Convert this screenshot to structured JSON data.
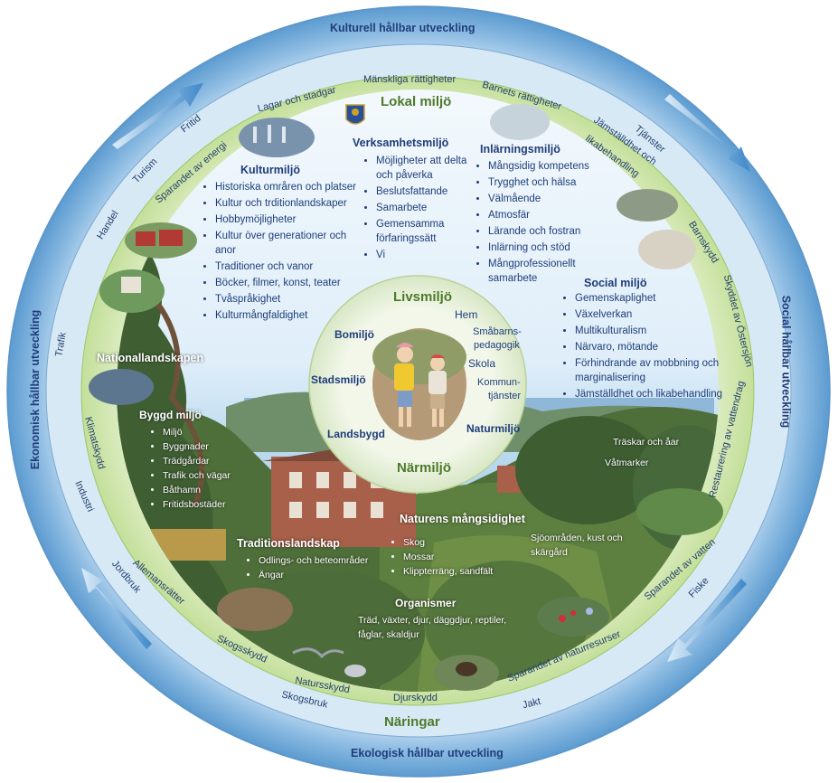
{
  "outer_ring": {
    "top": "Kulturell hållbar utveckling",
    "right": "Social hållbar utveckling",
    "bottom": "Ekologisk hållbar utveckling",
    "left": "Ekonomisk hållbar utveckling"
  },
  "blue_ring_words": {
    "fritid": "Fritid",
    "turism": "Turism",
    "handel": "Handel",
    "trafik": "Trafik",
    "klimatskydd": "Klimatskydd",
    "industri": "Industri",
    "jordbruk": "Jordbruk",
    "skogsbruk": "Skogsbruk",
    "jakt": "Jakt",
    "fiske": "Fiske",
    "barnskydd": "Barnskydd",
    "tjanster": "Tjänster",
    "skyddet_ostersjon": "Skyddet av Östersjön",
    "restaurering": "Restaurering av vattendrag"
  },
  "green_ring_words": {
    "lagar": "Lagar och stadgar",
    "manskliga": "Mänskliga rättigheter",
    "barnets": "Barnets rättigheter",
    "jamstalldhet_1": "Jämställdhet och",
    "jamstalldhet_2": "likabehandling",
    "sparandet_energi": "Sparandet av energi",
    "allemansratter": "Allemansrätter",
    "skogsskydd": "Skogsskydd",
    "naturskydd": "Natursskydd",
    "djurskydd": "Djurskydd",
    "sparandet_naturresurser": "Sparandet av naturresurser",
    "sparandet_vatten": "Sparandet av vatten"
  },
  "lokal_miljo": "Lokal miljö",
  "naringar": "Näringar",
  "kulturmiljo": {
    "title": "Kulturmiljö",
    "items": [
      "Historiska områren och platser",
      "Kultur och trditionlandskaper",
      "Hobbymöjligheter",
      "Kultur över generationer och anor",
      "Traditioner och vanor",
      "Böcker, filmer, konst, teater",
      "Tvåspråkighet",
      "Kulturmångfaldighet"
    ]
  },
  "verksamhetsmiljo": {
    "title": "Verksamhetsmiljö",
    "items": [
      "Möjligheter att delta och påverka",
      "Beslutsfattande",
      "Samarbete",
      "Gemensamma förfaringssätt",
      "Vi"
    ]
  },
  "inlarningsmiljo": {
    "title": "Inlärningsmiljö",
    "items": [
      "Mångsidig kompetens",
      "Trygghet och hälsa",
      "Välmående",
      "Atmosfär",
      "Lärande och fostran",
      "Inlärning och stöd",
      "Mångprofessionellt samarbete"
    ]
  },
  "social_miljo": {
    "title": "Social miljö",
    "items": [
      "Gemenskaplighet",
      "Växelverkan",
      "Multikulturalism",
      "Närvaro, mötande",
      "Förhindrande av mobbning och marginalisering",
      "Jämställdhet och likabehandling"
    ]
  },
  "nationallandskapen": "Nationallandskapen",
  "byggd_miljo": {
    "title": "Byggd miljö",
    "items": [
      "Miljö",
      "Byggnader",
      "Trädgårdar",
      "Trafik och vägar",
      "Båthamn",
      "Fritidsbostäder"
    ]
  },
  "traditionslandskap": {
    "title": "Traditionslandskap",
    "items": [
      "Odlings- och beteområder",
      "Ängar"
    ]
  },
  "naturens_mangfald": {
    "title": "Naturens mångsidighet",
    "items": [
      "Skog",
      "Mossar",
      "Klippterräng, sandfält"
    ]
  },
  "organismer": {
    "title": "Organismer",
    "line1": "Träd, växter, djur, däggdjur, reptiler,",
    "line2": "fåglar, skaldjur"
  },
  "sjoomraden": {
    "line1": "Sjöområden, kust och",
    "line2": "skärgård"
  },
  "traskar": "Träskar och åar",
  "vatmarker": "Våtmarker",
  "inner_circle": {
    "title": "Livsmiljö",
    "bottom": "Närmiljö",
    "bomiljo": "Bomiljö",
    "stadsmiljo": "Stadsmiljö",
    "landsbygd": "Landsbygd",
    "naturmiljo": "Naturmiljö",
    "hem": "Hem",
    "smabarns_1": "Småbarns-",
    "smabarns_2": "pedagogik",
    "skola": "Skola",
    "kommun_1": "Kommun-",
    "kommun_2": "tjänster"
  },
  "colors": {
    "outer_ring": "#7fb2dc",
    "blue_ring": "#c9e0f2",
    "green_ring": "#d7e9b8",
    "title_blue": "#1f3d7a",
    "title_green": "#4d7a2a"
  },
  "icons": [
    "coat-of-arms-icon",
    "photo-harbour",
    "photo-red-houses",
    "photo-church",
    "photo-pier",
    "photo-children",
    "photo-firewood",
    "photo-moose",
    "photo-gulls",
    "photo-flowers",
    "photo-fountain",
    "photo-mussel",
    "photo-knitting",
    "photo-papers",
    "refresh-arrow-icon"
  ]
}
